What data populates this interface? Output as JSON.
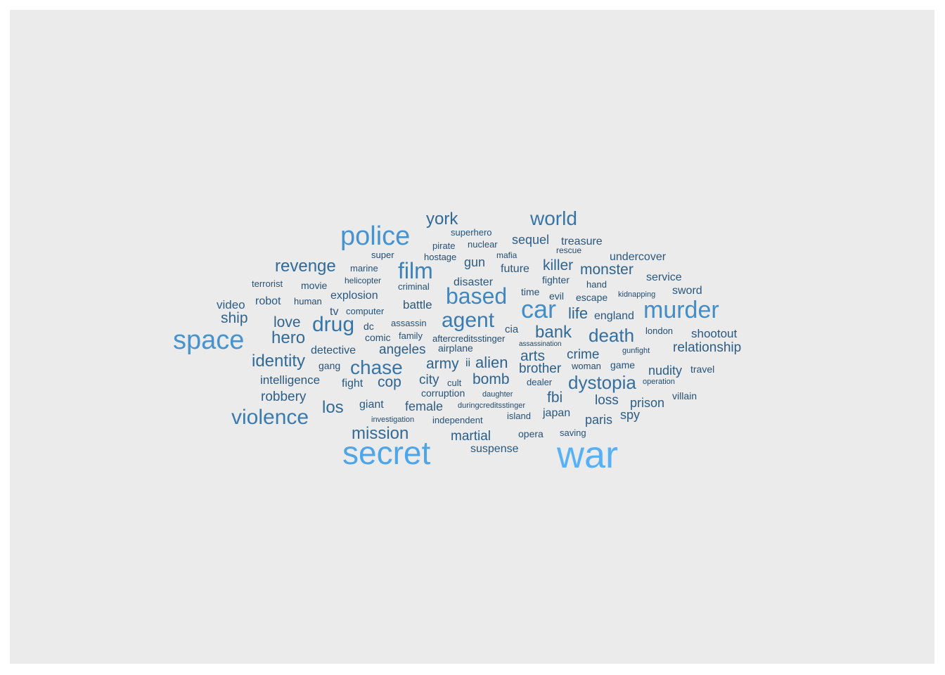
{
  "chart_data": {
    "type": "wordcloud",
    "color_scale": {
      "low": "#132B43",
      "high": "#56B1F7"
    },
    "words": [
      {
        "word": "war",
        "weight": 10
      },
      {
        "word": "secret",
        "weight": 9
      },
      {
        "word": "space",
        "weight": 7.5
      },
      {
        "word": "police",
        "weight": 7.5
      },
      {
        "word": "car",
        "weight": 7
      },
      {
        "word": "murder",
        "weight": 7
      },
      {
        "word": "based",
        "weight": 6.5
      },
      {
        "word": "film",
        "weight": 6
      },
      {
        "word": "agent",
        "weight": 5.5
      },
      {
        "word": "violence",
        "weight": 5.5
      },
      {
        "word": "world",
        "weight": 5
      },
      {
        "word": "chase",
        "weight": 5
      },
      {
        "word": "drug",
        "weight": 5
      },
      {
        "word": "dystopia",
        "weight": 4.5
      },
      {
        "word": "death",
        "weight": 4.5
      },
      {
        "word": "mission",
        "weight": 4
      },
      {
        "word": "los",
        "weight": 4
      },
      {
        "word": "identity",
        "weight": 4
      },
      {
        "word": "revenge",
        "weight": 4
      },
      {
        "word": "york",
        "weight": 4
      },
      {
        "word": "bank",
        "weight": 4
      },
      {
        "word": "hero",
        "weight": 4
      },
      {
        "word": "alien",
        "weight": 3.5
      },
      {
        "word": "life",
        "weight": 3.5
      },
      {
        "word": "monster",
        "weight": 3.5
      },
      {
        "word": "killer",
        "weight": 3.5
      },
      {
        "word": "army",
        "weight": 3.5
      },
      {
        "word": "cop",
        "weight": 3.5
      },
      {
        "word": "love",
        "weight": 3.5
      },
      {
        "word": "ship",
        "weight": 3.5
      },
      {
        "word": "fbi",
        "weight": 3.5
      },
      {
        "word": "arts",
        "weight": 3.5
      },
      {
        "word": "bomb",
        "weight": 3.5
      },
      {
        "word": "relationship",
        "weight": 3
      },
      {
        "word": "angeles",
        "weight": 3
      },
      {
        "word": "robbery",
        "weight": 3
      },
      {
        "word": "martial",
        "weight": 3
      },
      {
        "word": "brother",
        "weight": 3
      },
      {
        "word": "city",
        "weight": 3
      },
      {
        "word": "crime",
        "weight": 3
      },
      {
        "word": "loss",
        "weight": 3
      },
      {
        "word": "prison",
        "weight": 3
      },
      {
        "word": "sequel",
        "weight": 3
      },
      {
        "word": "gun",
        "weight": 3
      },
      {
        "word": "female",
        "weight": 3
      },
      {
        "word": "nudity",
        "weight": 3
      },
      {
        "word": "spy",
        "weight": 3
      },
      {
        "word": "paris",
        "weight": 3
      },
      {
        "word": "video",
        "weight": 3
      },
      {
        "word": "intelligence",
        "weight": 2.5
      },
      {
        "word": "undercover",
        "weight": 2.5
      },
      {
        "word": "shootout",
        "weight": 2.5
      },
      {
        "word": "detective",
        "weight": 2.5
      },
      {
        "word": "suspense",
        "weight": 2.5
      },
      {
        "word": "treasure",
        "weight": 2.5
      },
      {
        "word": "england",
        "weight": 2.5
      },
      {
        "word": "battle",
        "weight": 2.5
      },
      {
        "word": "disaster",
        "weight": 2.5
      },
      {
        "word": "service",
        "weight": 2.5
      },
      {
        "word": "future",
        "weight": 2.5
      },
      {
        "word": "explosion",
        "weight": 2.5
      },
      {
        "word": "giant",
        "weight": 2.5
      },
      {
        "word": "japan",
        "weight": 2.5
      },
      {
        "word": "tv",
        "weight": 2.5
      },
      {
        "word": "robot",
        "weight": 2.5
      },
      {
        "word": "fight",
        "weight": 2.5
      },
      {
        "word": "sword",
        "weight": 2.5
      },
      {
        "word": "ii",
        "weight": 2.5
      },
      {
        "word": "cia",
        "weight": 2.5
      },
      {
        "word": "opera",
        "weight": 2
      },
      {
        "word": "escape",
        "weight": 2
      },
      {
        "word": "fighter",
        "weight": 2
      },
      {
        "word": "time",
        "weight": 2
      },
      {
        "word": "comic",
        "weight": 2
      },
      {
        "word": "game",
        "weight": 2
      },
      {
        "word": "travel",
        "weight": 2
      },
      {
        "word": "villain",
        "weight": 2
      },
      {
        "word": "independent",
        "weight": 2
      },
      {
        "word": "saving",
        "weight": 2
      },
      {
        "word": "movie",
        "weight": 2
      },
      {
        "word": "terrorist",
        "weight": 2
      },
      {
        "word": "gang",
        "weight": 2
      },
      {
        "word": "airplane",
        "weight": 2
      },
      {
        "word": "evil",
        "weight": 2
      },
      {
        "word": "superhero",
        "weight": 2
      },
      {
        "word": "computer",
        "weight": 2
      },
      {
        "word": "assassin",
        "weight": 2
      },
      {
        "word": "corruption",
        "weight": 2
      },
      {
        "word": "dealer",
        "weight": 2
      },
      {
        "word": "dc",
        "weight": 2
      },
      {
        "word": "criminal",
        "weight": 2
      },
      {
        "word": "marine",
        "weight": 2
      },
      {
        "word": "cult",
        "weight": 2
      },
      {
        "word": "nuclear",
        "weight": 2
      },
      {
        "word": "family",
        "weight": 2
      },
      {
        "word": "island",
        "weight": 2
      },
      {
        "word": "pirate",
        "weight": 2
      },
      {
        "word": "hand",
        "weight": 1.5
      },
      {
        "word": "london",
        "weight": 1.5
      },
      {
        "word": "aftercreditsstinger",
        "weight": 1.5
      },
      {
        "word": "woman",
        "weight": 1.5
      },
      {
        "word": "rescue",
        "weight": 1.5
      },
      {
        "word": "super",
        "weight": 1.5
      },
      {
        "word": "human",
        "weight": 1.5
      },
      {
        "word": "hostage",
        "weight": 1.5
      },
      {
        "word": "mafia",
        "weight": 1.5
      },
      {
        "word": "helicopter",
        "weight": 1.5
      },
      {
        "word": "investigation",
        "weight": 1.5
      },
      {
        "word": "duringcreditsstinger",
        "weight": 1.5
      },
      {
        "word": "daughter",
        "weight": 1.5
      },
      {
        "word": "kidnapping",
        "weight": 1.5
      },
      {
        "word": "gunfight",
        "weight": 1.5
      },
      {
        "word": "operation",
        "weight": 1.5
      },
      {
        "word": "assassination",
        "weight": 1
      }
    ]
  }
}
